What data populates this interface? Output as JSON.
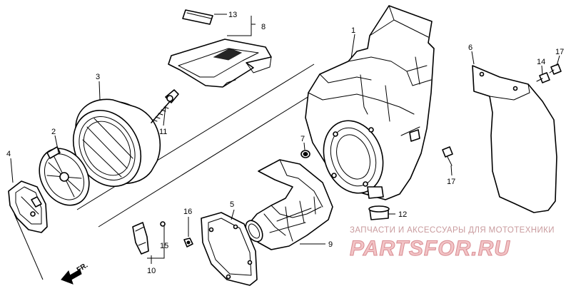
{
  "labels": [
    {
      "id": "1",
      "text": "1"
    },
    {
      "id": "2",
      "text": "2"
    },
    {
      "id": "3",
      "text": "3"
    },
    {
      "id": "4",
      "text": "4"
    },
    {
      "id": "5",
      "text": "5"
    },
    {
      "id": "6",
      "text": "6"
    },
    {
      "id": "7",
      "text": "7"
    },
    {
      "id": "8",
      "text": "8"
    },
    {
      "id": "9",
      "text": "9"
    },
    {
      "id": "10",
      "text": "10"
    },
    {
      "id": "11",
      "text": "11"
    },
    {
      "id": "12",
      "text": "12"
    },
    {
      "id": "13",
      "text": "13"
    },
    {
      "id": "14",
      "text": "14"
    },
    {
      "id": "15",
      "text": "15"
    },
    {
      "id": "16",
      "text": "16"
    },
    {
      "id": "17a",
      "text": "17"
    },
    {
      "id": "17b",
      "text": "17"
    }
  ],
  "direction_label": "FR.",
  "watermark": {
    "tagline": "ЗАПЧАСТИ И АКСЕССУАРЫ ДЛЯ МОТОТЕХНИКИ",
    "logo": "PARTSFOR.RU"
  },
  "colors": {
    "line": "#000000",
    "background": "#ffffff",
    "watermark_fill": "#f2c4c6",
    "watermark_stroke": "#d98c92",
    "watermark_text": "#c99b9e"
  }
}
